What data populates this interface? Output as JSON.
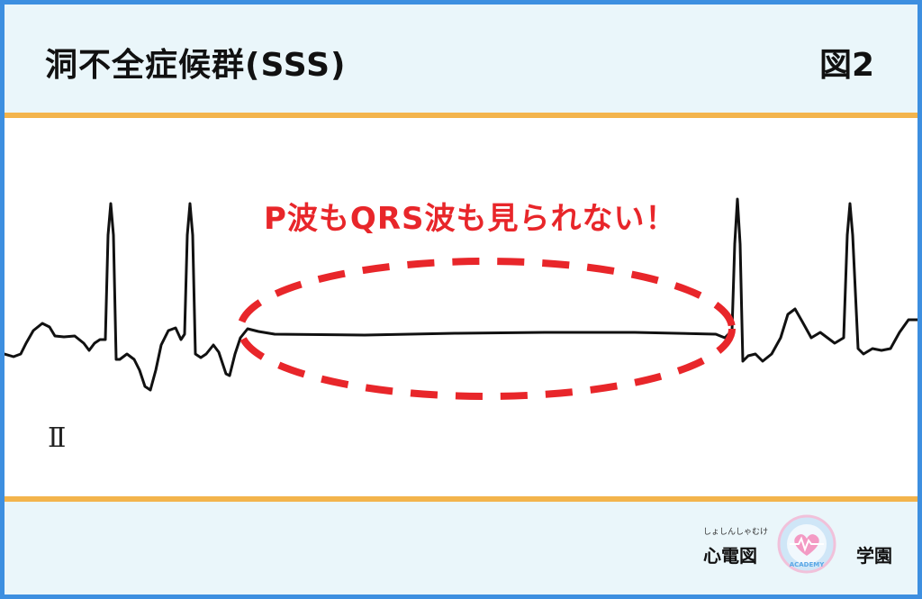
{
  "header": {
    "title": "洞不全症候群(SSS)",
    "figure_label": "図2"
  },
  "ecg": {
    "annotation": "P波もQRS波も見られない！",
    "lead_label": "Ⅱ",
    "trace_color": "#111111",
    "highlight_color": "#e8262a"
  },
  "brand": {
    "ruby": "しょしんしゃむけ",
    "name_left": "心電図",
    "name_right": "学園",
    "logo_text": "ACADEMY"
  },
  "colors": {
    "border": "#3d8fe0",
    "background": "#eaf6fa",
    "divider": "#f3b44c"
  }
}
